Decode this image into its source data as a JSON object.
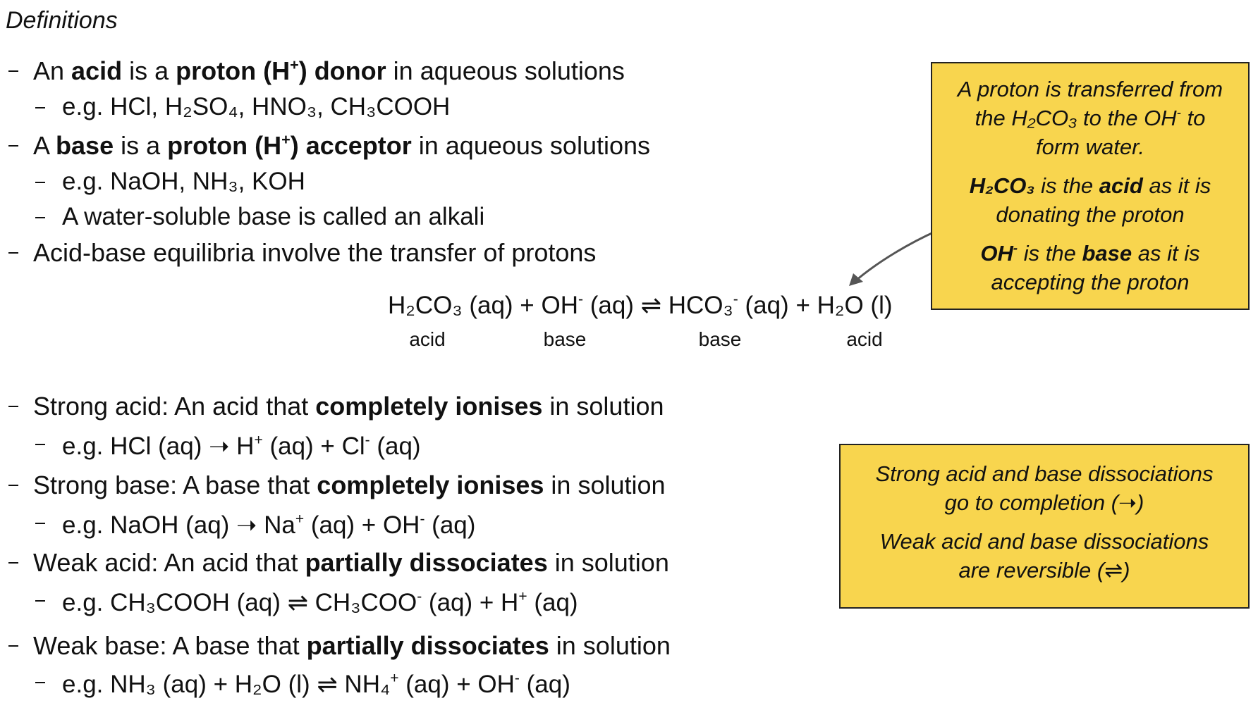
{
  "title": "Definitions",
  "lines": {
    "acid_def": {
      "a": "An ",
      "b": "acid",
      "c": " is a ",
      "d": "proton (H",
      "e": "+",
      "f": ") donor",
      "g": " in aqueous solutions"
    },
    "acid_ex": "e.g. HCl, H₂SO₄, HNO₃, CH₃COOH",
    "base_def": {
      "a": "A ",
      "b": "base",
      "c": " is a ",
      "d": "proton (H",
      "e": "+",
      "f": ") acceptor",
      "g": " in aqueous solutions"
    },
    "base_ex": "e.g. NaOH, NH₃, KOH",
    "alkali": "A water-soluble base is called an alkali",
    "equilibria": "Acid-base equilibria involve the transfer of protons",
    "strong_acid": {
      "a": "Strong acid: An acid that ",
      "b": "completely ionises",
      "c": " in solution"
    },
    "strong_acid_ex": {
      "a": "e.g. HCl (aq) ➝ H",
      "b": "+",
      "c": " (aq) + Cl",
      "d": "-",
      "e": " (aq)"
    },
    "strong_base": {
      "a": "Strong base: A base that ",
      "b": "completely ionises",
      "c": " in solution"
    },
    "strong_base_ex": {
      "a": "e.g. NaOH (aq) ➝ Na",
      "b": "+",
      "c": " (aq) + OH",
      "d": "-",
      "e": " (aq)"
    },
    "weak_acid": {
      "a": "Weak acid: An acid that ",
      "b": "partially dissociates",
      "c": " in solution"
    },
    "weak_acid_ex": {
      "a": "e.g. CH₃COOH (aq) ⇌ CH₃COO",
      "b": "-",
      "c": " (aq) + H",
      "d": "+",
      "e": " (aq)"
    },
    "weak_base": {
      "a": "Weak base: A base that ",
      "b": "partially dissociates",
      "c": " in solution"
    },
    "weak_base_ex": {
      "a": "e.g. NH₃ (aq) + H₂O (l) ⇌ NH₄",
      "b": "+",
      "c": " (aq) + OH",
      "d": "-",
      "e": " (aq)"
    }
  },
  "equation": {
    "a": "H₂CO₃ (aq) + OH",
    "b": "-",
    "c": " (aq) ⇌ HCO₃",
    "d": "-",
    "e": " (aq) + H₂O (l)",
    "labels": [
      "acid",
      "base",
      "base",
      "acid"
    ]
  },
  "box1": {
    "l1": "A proton is transferred from",
    "l2a": "the H₂CO₃ to the OH",
    "l2b": "-",
    "l2c": " to",
    "l3": "form water.",
    "l4a": "H₂CO₃",
    "l4b": " is the ",
    "l4c": "acid",
    "l4d": " as it is",
    "l5": "donating the proton",
    "l6a": "OH",
    "l6b": "-",
    "l6c": " is the ",
    "l6d": "base",
    "l6e": " as it is",
    "l7": "accepting the proton"
  },
  "box2": {
    "l1": "Strong acid and base dissociations",
    "l2": "go to completion (➝)",
    "l3": "Weak acid and base dissociations",
    "l4": "are reversible (⇌)"
  },
  "colors": {
    "box_fill": "#f8d54e",
    "box_border": "#222222",
    "text": "#111111"
  },
  "icons": [
    "dash-bullet-icon",
    "curved-arrow-icon"
  ]
}
